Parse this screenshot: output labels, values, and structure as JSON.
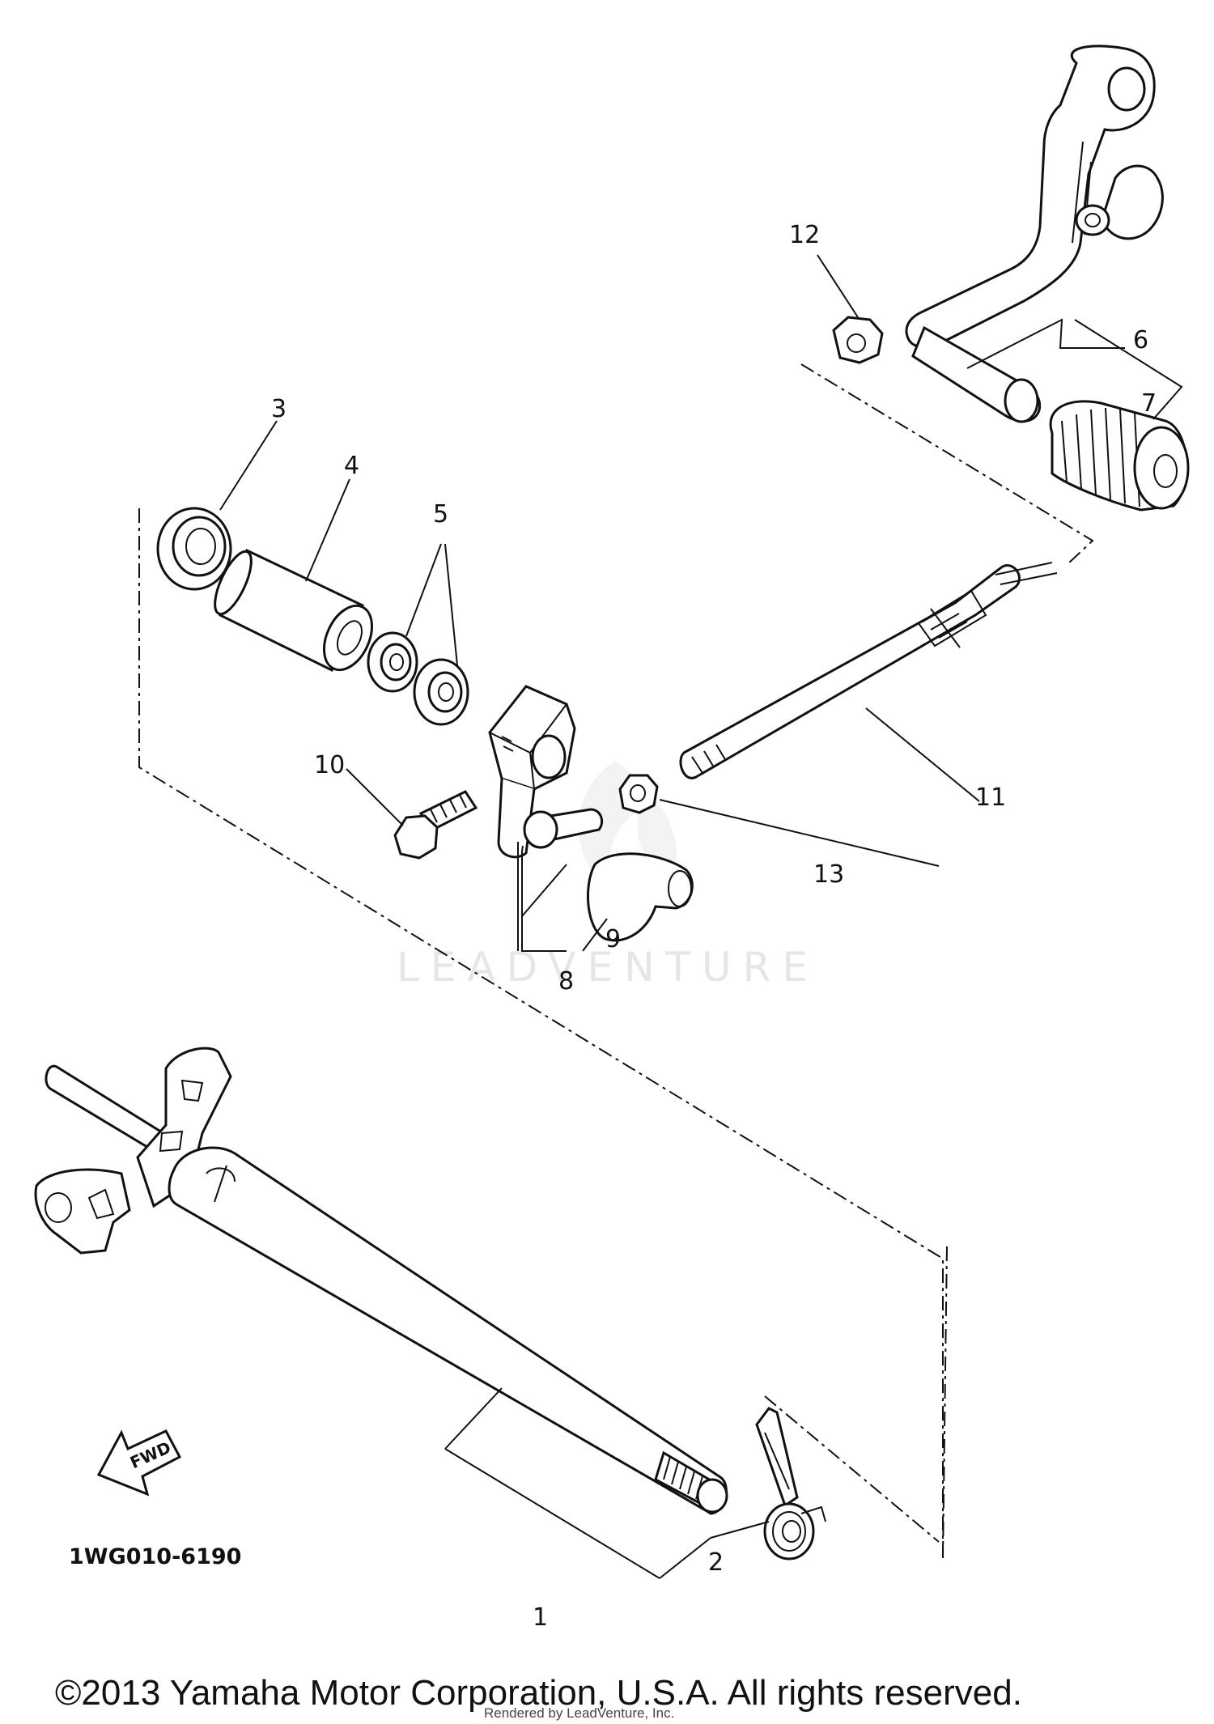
{
  "diagram": {
    "callouts": [
      "1",
      "2",
      "3",
      "4",
      "5",
      "6",
      "7",
      "8",
      "9",
      "10",
      "11",
      "12",
      "13"
    ],
    "part_code": "1WG010-6190",
    "fwd_label": "FWD",
    "watermark": "LEADVENTURE",
    "copyright": "©2013 Yamaha Motor Corporation, U.S.A. All rights reserved.",
    "rendered_by": "Rendered by LeadVenture, Inc."
  },
  "icons": {
    "fwd": "forward-arrow-icon"
  }
}
